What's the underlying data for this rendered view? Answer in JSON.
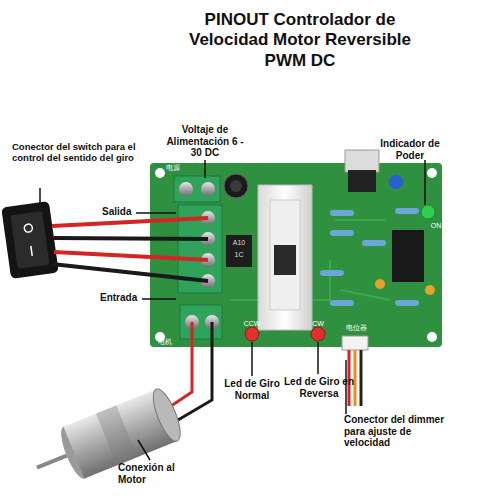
{
  "diagram": {
    "title": "PINOUT Controlador de Velocidad Motor Reversible PWM DC",
    "labels": [
      "Conector del switch para el control del sentido del giro",
      "Voltaje de Alimentación 6 - 30 DC",
      "Indicador de Poder",
      "电源",
      "Salida",
      "Entrada",
      "ON",
      "电机",
      "CCW",
      "CW",
      "电位器",
      "Led de Giro Normal",
      "Led de Giro en Reversa",
      "Conector del dimmer para ajuste de velocidad",
      "Conexión al Motor",
      "A10",
      "1C"
    ]
  }
}
